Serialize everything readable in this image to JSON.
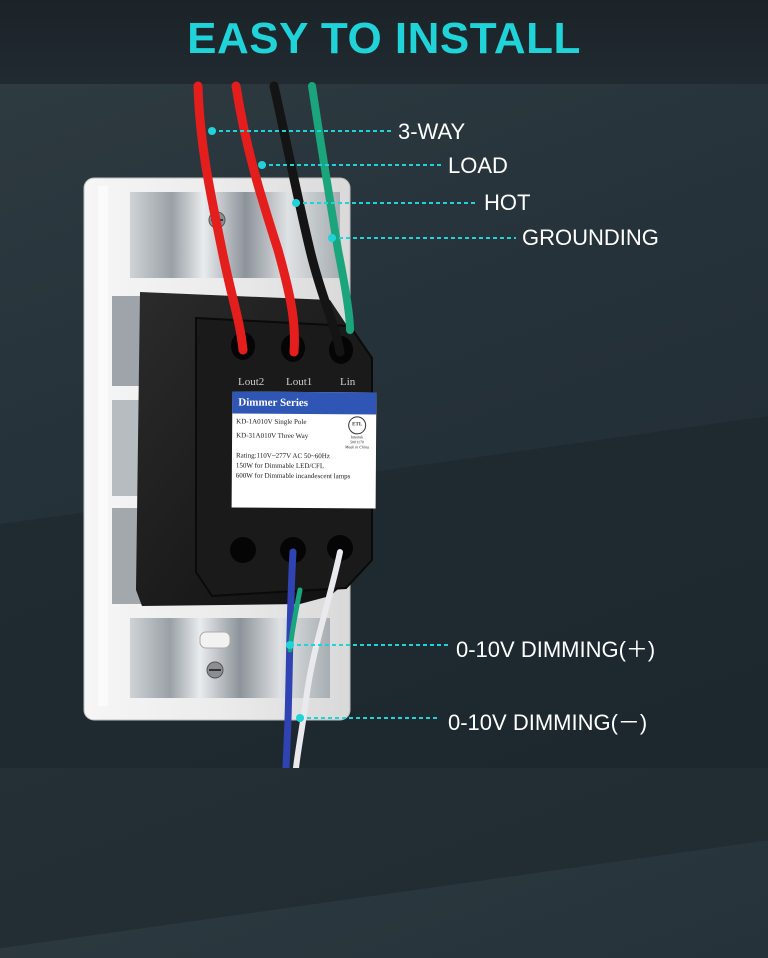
{
  "header": {
    "title": "EASY TO INSTALL"
  },
  "callouts": {
    "three_way": "3-WAY",
    "load": "LOAD",
    "hot": "HOT",
    "grounding": "GROUNDING",
    "dim_plus": "0-10V DIMMING(＋)",
    "dim_minus": "0-10V DIMMING(－)"
  },
  "device": {
    "terminals": [
      "Lout2",
      "Lout1",
      "Lin"
    ],
    "series_label": "Dimmer Series",
    "model_single": "KD-1A010V Single Pole",
    "model_three": "KD-31A010V Three Way",
    "rating": "Rating:110V~277V AC 50~60Hz",
    "led_rating": "150W for Dimmable LED/CFL",
    "incandescent_rating": "600W for Dimmable incandescent lamps",
    "cert_mark": "ETL",
    "cert_sub": "Intertek",
    "cert_num": "5001170",
    "made_in": "Made in China"
  },
  "colors": {
    "accent": "#1fd3d8",
    "wire_red": "#e41d1d",
    "wire_black": "#141414",
    "wire_green": "#1aa57c",
    "wire_blue": "#2f44b2",
    "wire_white": "#e9e9ee",
    "label_blue": "#2f55b5"
  }
}
